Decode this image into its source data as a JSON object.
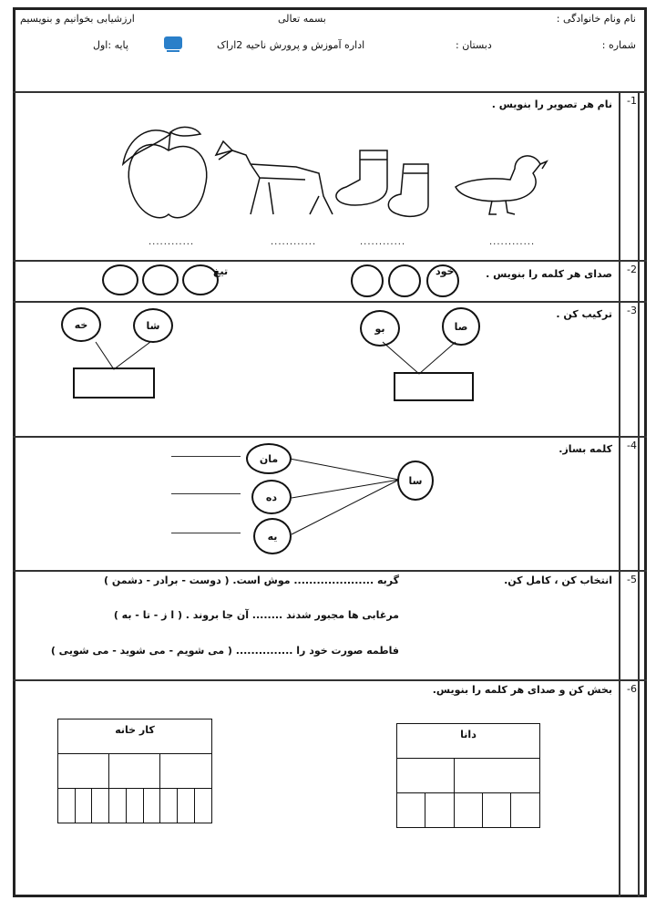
{
  "header": {
    "name_label": "نام ونام خانوادگی :",
    "title_center": "بسمه تعالی",
    "exam_title": "ارزشیابی بخوانیم و بنویسیم",
    "number_label": "شماره :",
    "school_label": "دبستان :",
    "office": "اداره آموزش و پرورش ناحیه 2اراک",
    "grade": "پایه :اول"
  },
  "q1": {
    "num": "-1",
    "title": "نام هر تصویر را بنویس .",
    "pictures": [
      "apple",
      "horse",
      "socks",
      "duck"
    ],
    "blank": "............"
  },
  "q2": {
    "num": "-2",
    "title": "صدای هر کلمه را بنویس .",
    "words": [
      "خود",
      "تیغ"
    ]
  },
  "q3": {
    "num": "-3",
    "title": "ترکیب کن .",
    "pairs": [
      [
        "صا",
        "بو"
      ],
      [
        "شا",
        "خه"
      ]
    ]
  },
  "q4": {
    "num": "-4",
    "title": "کلمه بساز.",
    "root": "سا",
    "suffixes": [
      "مان",
      "ده",
      "یه"
    ]
  },
  "q5": {
    "num": "-5",
    "title": "انتخاب کن ، کامل کن.",
    "sentences": [
      "گربه ..................... موش است. ( دوست - برادر - دشمن )",
      "مرغابی ها مجبور شدند ........ آن جا بروند . ( ا ز - تا - به )",
      "فاطمه صورت خود را ............... ( می شویم - می شوید - می شویی )"
    ]
  },
  "q6": {
    "num": "-6",
    "title": "بخش کن و صدای هر کلمه را بنویس.",
    "words": [
      "کار خانه",
      "دانا"
    ]
  }
}
